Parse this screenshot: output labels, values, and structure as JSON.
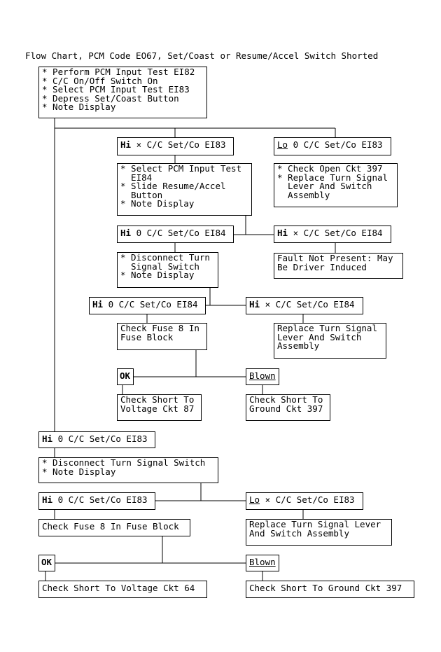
{
  "title": "Flow Chart, PCM Code EO67, Set/Coast or Resume/Accel Switch Shorted",
  "nodes": {
    "n1": {
      "text": "* Perform PCM Input Test EI82\n* C/C On/Off Switch On\n* Select PCM Input Test EI83\n* Depress Set/Coast Button\n* Note Display"
    },
    "n2": {
      "level": "Hi",
      "text": " × C/C Set/Co EI83"
    },
    "n3": {
      "level": "Lo",
      "text": " 0 C/C Set/Co EI83"
    },
    "n4": {
      "text": "* Select PCM Input Test\n  EI84\n* Slide Resume/Accel\n  Button\n* Note Display"
    },
    "n5": {
      "text": "* Check Open Ckt 397\n* Replace Turn Signal\n  Lever And Switch\n  Assembly"
    },
    "n6": {
      "level": "Hi",
      "text": " 0 C/C Set/Co EI84"
    },
    "n7": {
      "level": "Hi",
      "text": " × C/C Set/Co EI84"
    },
    "n8": {
      "text": "* Disconnect Turn\n  Signal Switch\n* Note Display"
    },
    "n9": {
      "text": "Fault Not Present: May\nBe Driver Induced"
    },
    "n10": {
      "level": "Hi",
      "text": " 0 C/C Set/Co EI84"
    },
    "n11": {
      "level": "Hi",
      "text": " × C/C Set/Co EI84"
    },
    "n12": {
      "text": "Check Fuse 8 In\nFuse Block"
    },
    "n13": {
      "text": "Replace Turn Signal\nLever And Switch\nAssembly"
    },
    "n14": {
      "level": "OK"
    },
    "n15": {
      "level": "Blown"
    },
    "n16": {
      "text": "Check Short To\nVoltage Ckt 87"
    },
    "n17": {
      "text": "Check Short To\nGround Ckt 397"
    },
    "n18": {
      "level": "Hi",
      "text": " 0 C/C Set/Co EI83"
    },
    "n19": {
      "text": "* Disconnect Turn Signal Switch\n* Note Display"
    },
    "n20": {
      "level": "Hi",
      "text": " 0 C/C Set/Co EI83"
    },
    "n21": {
      "level": "Lo",
      "text": " × C/C Set/Co EI83"
    },
    "n22": {
      "text": "Check Fuse 8 In Fuse Block"
    },
    "n23": {
      "text": "Replace Turn Signal Lever\nAnd Switch Assembly"
    },
    "n24": {
      "level": "OK"
    },
    "n25": {
      "level": "Blown"
    },
    "n26": {
      "text": "Check Short To Voltage Ckt 64"
    },
    "n27": {
      "text": "Check Short To Ground Ckt 397"
    }
  }
}
